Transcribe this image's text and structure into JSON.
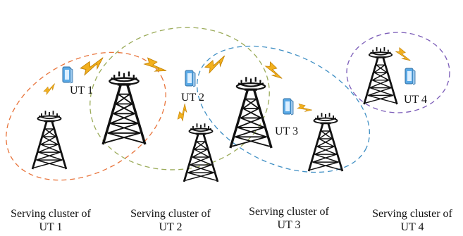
{
  "diagram": {
    "ut_labels": [
      "UT 1",
      "UT 2",
      "UT 3",
      "UT 4"
    ],
    "captions": [
      {
        "line1": "Serving cluster of",
        "line2": "UT 1"
      },
      {
        "line1": "Serving cluster of",
        "line2": "UT 2"
      },
      {
        "line1": "Serving cluster of",
        "line2": "UT 3"
      },
      {
        "line1": "Serving cluster of",
        "line2": "UT 4"
      }
    ],
    "colors": {
      "cluster_ut1": "#e8743b",
      "cluster_ut2": "#9bab5a",
      "cluster_ut3": "#3f8fc4",
      "cluster_ut4": "#7b5cb8",
      "tower": "#111111",
      "device": "#5aa9e6",
      "lightning": "#f2b01e"
    }
  }
}
